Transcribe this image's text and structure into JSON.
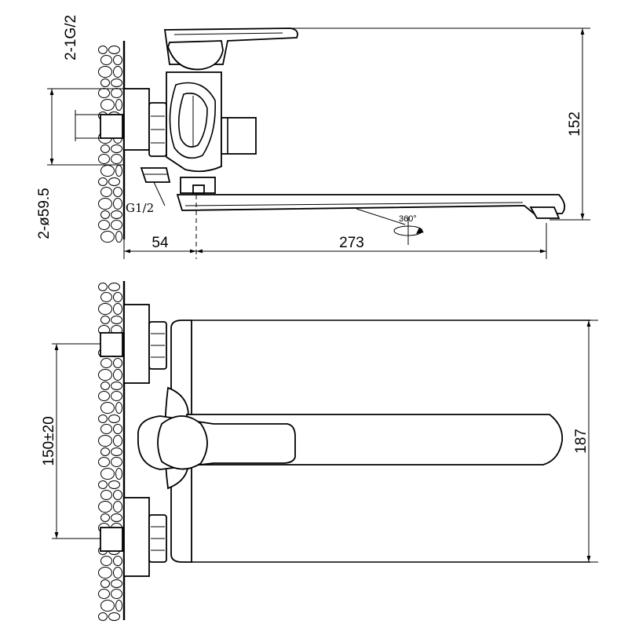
{
  "labels": {
    "thread_top": "2-1G/2",
    "pipe_dia": "2-ø59.5",
    "outlet_thread": "G1/2",
    "rotation": "360°"
  },
  "dimensions": {
    "offset": "54",
    "spout_reach": "273",
    "height": "152",
    "centers": "150±20",
    "width": "187"
  }
}
